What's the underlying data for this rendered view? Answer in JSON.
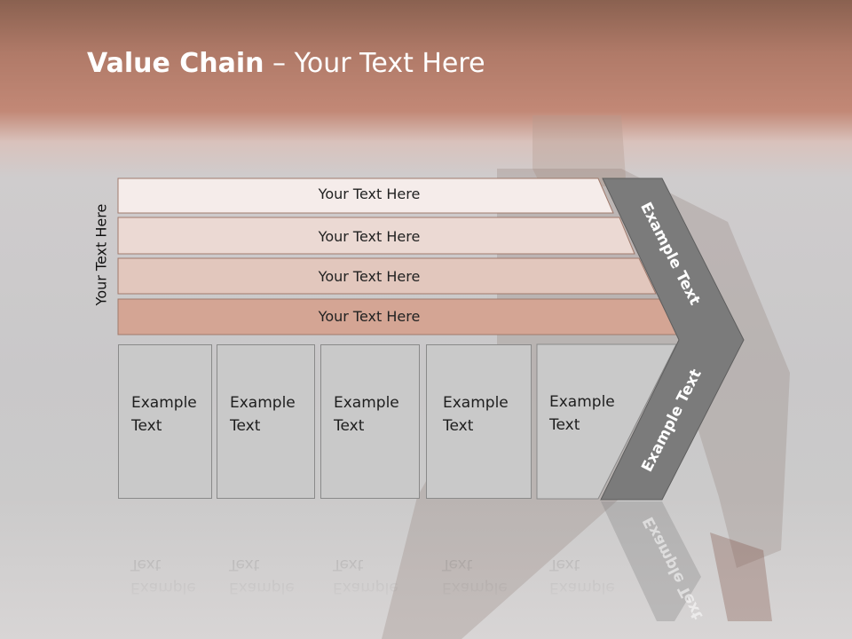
{
  "slide": {
    "title_bold": "Value Chain",
    "title_rest": " – Your Text Here",
    "side_label": "Your Text Here",
    "rows": [
      {
        "label": "Your Text Here",
        "color": "#f5ecea"
      },
      {
        "label": "Your Text Here",
        "color": "#ebd9d3"
      },
      {
        "label": "Your Text Here",
        "color": "#e2c7bd"
      },
      {
        "label": "Your Text Here",
        "color": "#d4a594"
      }
    ],
    "columns": [
      {
        "line1": "Example",
        "line2": "Text"
      },
      {
        "line1": "Example",
        "line2": "Text"
      },
      {
        "line1": "Example",
        "line2": "Text"
      },
      {
        "line1": "Example",
        "line2": "Text"
      },
      {
        "line1": "Example",
        "line2": "Text"
      }
    ],
    "chevron_upper": "Example Text",
    "chevron_lower": "Example Text",
    "chevron_color": "#7b7b7b"
  }
}
